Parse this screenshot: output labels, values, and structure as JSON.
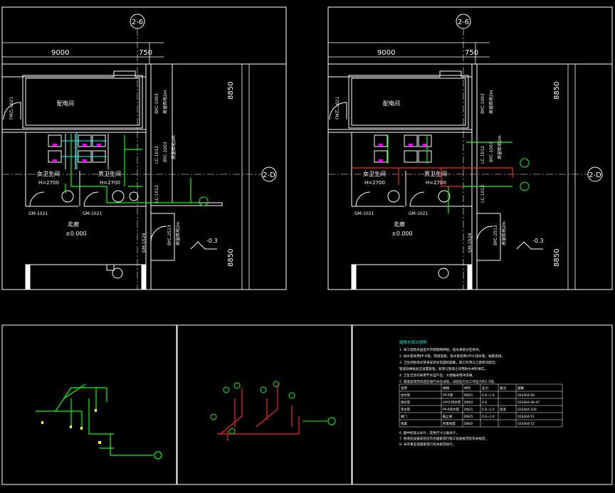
{
  "colors": {
    "background": "#000000",
    "linework": "#ffffff",
    "cold_water": "#00ff00",
    "hot_water": "#ff2020",
    "drain": "#00ffff",
    "fixture": "#ff00ff",
    "annotation": "#ffff00"
  },
  "axes": {
    "top_grid": "2-6",
    "right_grid": "2-D",
    "dim_9000": "9000",
    "dim_750": "750",
    "dim_8850": "8850"
  },
  "plan": {
    "room_top": "配电间",
    "room_left": "女卫生间",
    "room_right": "男卫生间",
    "door_fm": "FM乙-1021",
    "door_gm1": "GM-1021",
    "door_gm2": "GM-1021",
    "door_gm3": "GM-1524",
    "corridor": "走廊",
    "elev_zero": "±0.000",
    "height_left": "H=2700",
    "height_right": "H=2700",
    "level_mark": "-0.3",
    "vertical_byc1": "BYC-1003",
    "vertical_byc2": "BYC-1003",
    "vertical_lc1": "LC-1012",
    "vertical_lc2": "LC-1012",
    "vertical_byc3": "BYC-2513",
    "high_window1": "高窗距地2m",
    "high_window2": "高窗距地2m",
    "high_window3": "高窗距地2m"
  },
  "notes": {
    "heading": "给排水设计说明",
    "lines": [
      "1. 本工程给水由室外市政管网供给，给水系统分区供水。",
      "2. 给水管采用PP-R管，热熔连接，排水管采用UPVC排水管，粘接连接。",
      "3. 卫生间给排水管道安装详见国标图集，施工时须与土建密切配合。",
      "   管道穿楼板处应设置套管，套管与管道之间用防水材料填实。",
      "4. 卫生洁具均采用节水型产品，大便器采用冲洗阀。",
      "5. 管道安装完毕后应进行水压试验，试验压力为工作压力的1.5倍。"
    ],
    "table": {
      "headers": [
        "名称",
        "规格",
        "材料",
        "压力",
        "备注",
        "图集"
      ],
      "rows": [
        [
          "给水管",
          "PP-R管",
          "DN25",
          "0.6~1.0",
          "-",
          "02S404-99"
        ],
        [
          "排水管",
          "UPVC排水管",
          "DN50",
          "0.6",
          "-",
          "02S404-46-47"
        ],
        [
          "热水管",
          "PP-R热水管",
          "DN25",
          "0.6~1.0",
          "保温",
          "02S404-100"
        ],
        [
          "阀门",
          "截止阀",
          "DN25",
          "0.6~1.0",
          "-",
          "02S404-51"
        ],
        [
          "地漏",
          "防臭地漏",
          "DN50",
          "-",
          "-",
          "02S404-52"
        ]
      ]
    },
    "after": [
      "6. 图中标高以米计，其余尺寸以毫米计。",
      "7. 管道及设备安装应符合国家现行施工验收规范的有关规定。",
      "8. 未尽事宜按国家现行有关规范执行。"
    ]
  }
}
